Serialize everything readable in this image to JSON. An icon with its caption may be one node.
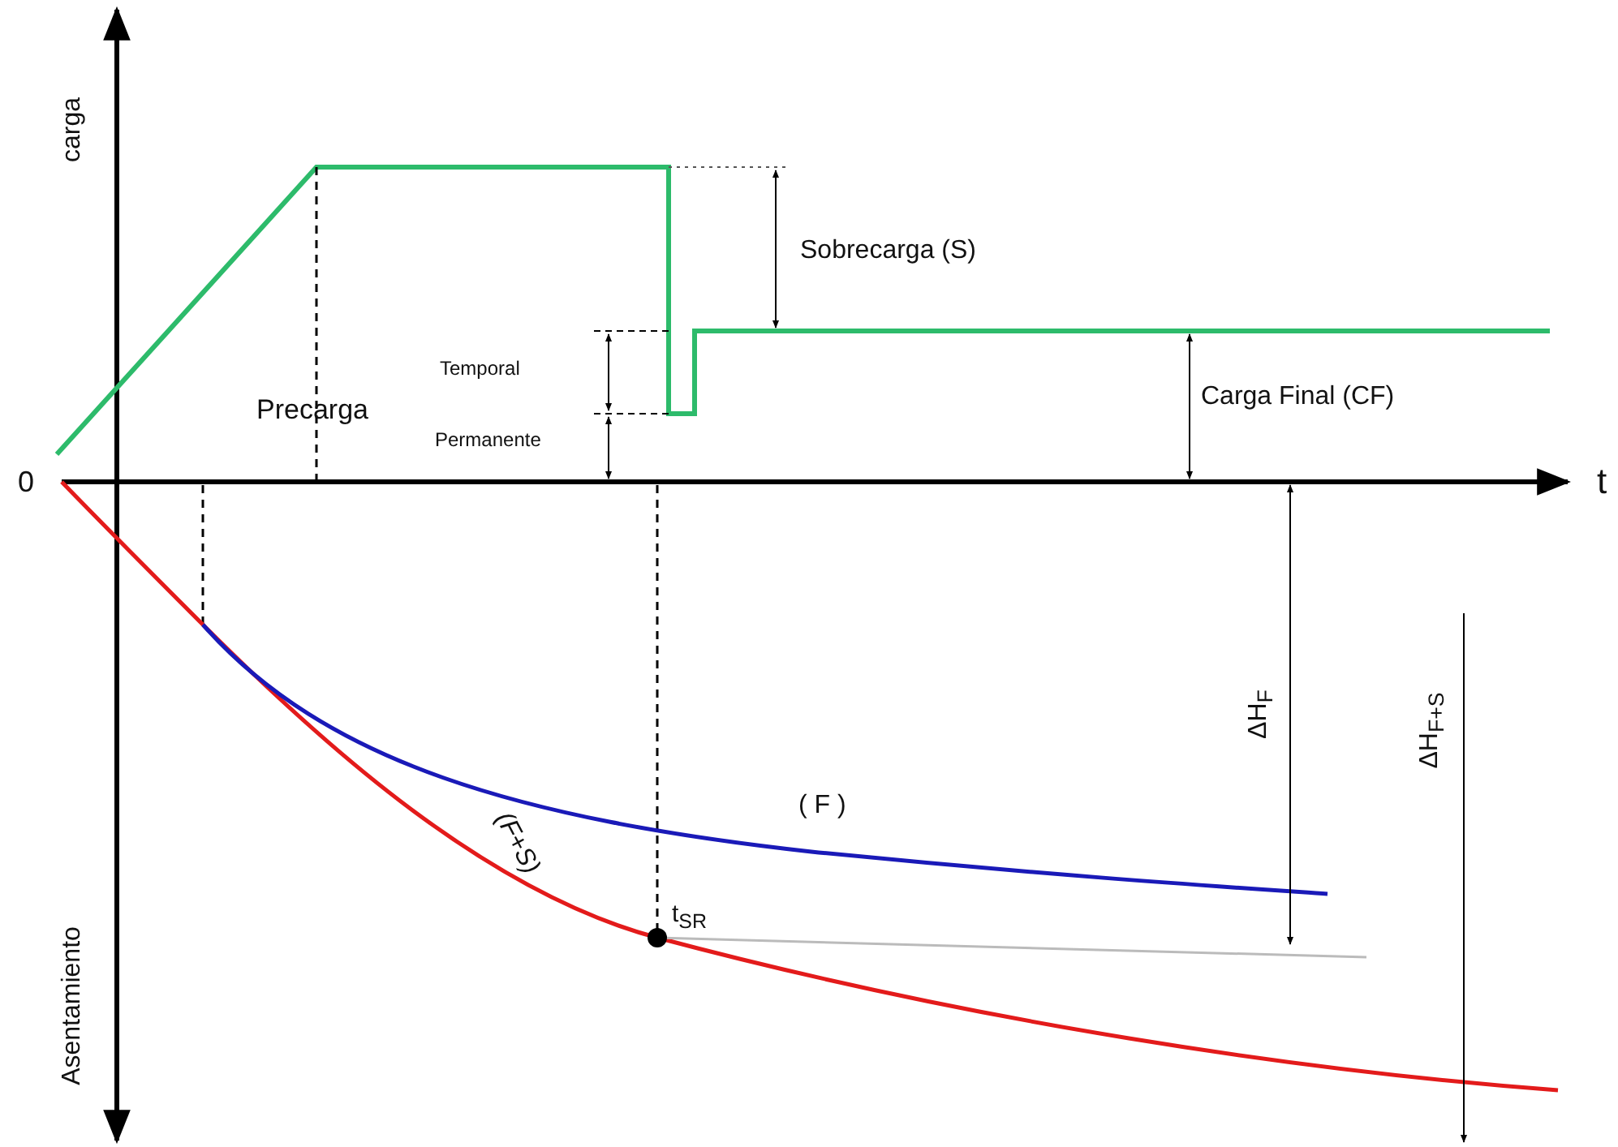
{
  "diagram": {
    "labels": [
      "carga",
      "0",
      "t",
      "Sobrecarga (S)",
      "Temporal",
      "Precarga",
      "Permanente",
      "Carga Final (CF)",
      "ΔH$_{F}$",
      "ΔH$_{F+S}$",
      "( F )",
      "(F+S)",
      "t$_{SR}$",
      "Asentamiento"
    ]
  }
}
